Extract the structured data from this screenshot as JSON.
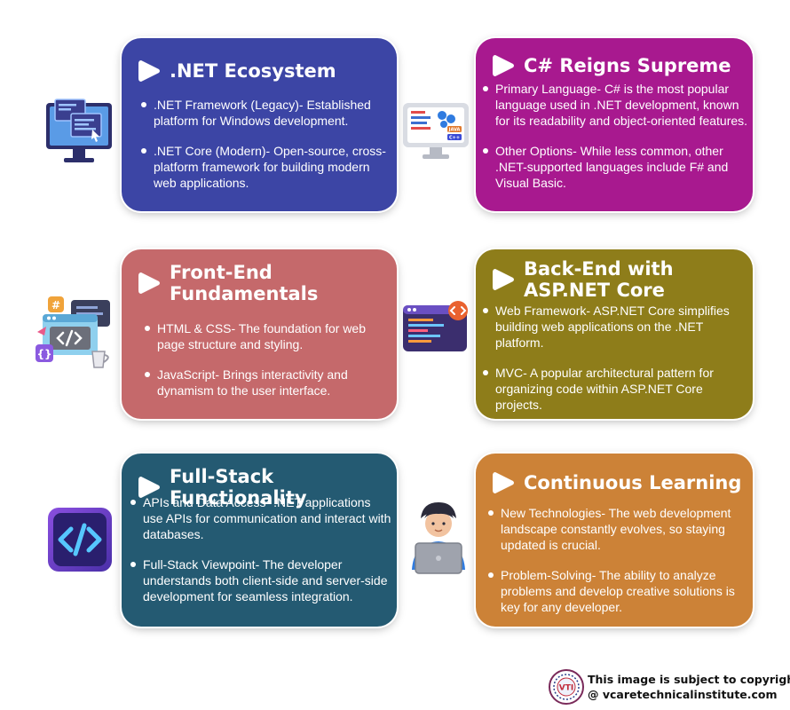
{
  "cards": [
    {
      "title": ".NET Ecosystem",
      "icon": "play-icon",
      "points": [
        ".NET Framework (Legacy)- Established platform for Windows development.",
        ".NET Core (Modern)- Open-source, cross-platform framework for building modern web applications."
      ]
    },
    {
      "title": "C# Reigns Supreme",
      "icon": "play-icon",
      "points": [
        "Primary Language- C# is the most popular language used in .NET development, known for its readability and object-oriented features.",
        "Other Options- While less common, other .NET-supported languages include F# and Visual Basic."
      ]
    },
    {
      "title": "Front-End\nFundamentals",
      "icon": "play-icon",
      "points": [
        "HTML & CSS- The foundation for web page structure and styling.",
        "JavaScript- Brings interactivity and dynamism to the user interface."
      ]
    },
    {
      "title": "Back-End with\nASP.NET Core",
      "icon": "play-icon",
      "points": [
        "Web Framework- ASP.NET Core simplifies building web applications on the .NET platform.",
        "MVC- A popular architectural pattern for organizing code within ASP.NET Core projects."
      ]
    },
    {
      "title": "Full-Stack Functionality",
      "icon": "play-icon",
      "points": [
        "APIs and Data Access- .NET applications use APIs for communication and interact with databases.",
        "Full-Stack Viewpoint- The developer understands both client-side and server-side development for seamless integration."
      ]
    },
    {
      "title": "Continuous Learning",
      "icon": "play-icon",
      "points": [
        "New Technologies- The web development landscape constantly evolves, so staying updated is crucial.",
        "Problem-Solving- The ability to analyze problems and develop creative solutions is key for any developer."
      ]
    }
  ],
  "illustrations": {
    "desktop": "desktop-monitor-icon",
    "languages": "programming-languages-monitor-icon",
    "frontend": "frontend-code-window-icon",
    "backend": "code-editor-window-icon",
    "fullstack": "code-brackets-app-icon",
    "learning": "developer-laptop-icon",
    "labels": {
      "java": "JAVA",
      "cpp": "C++",
      "hash": "#"
    }
  },
  "footer": {
    "line1": "This image is subject to copyright",
    "line2": "@ vcaretechnicalinstitute.com",
    "seal_text": "VTI",
    "seal_icon": "vti-seal-logo"
  },
  "colors": {
    "ecosystem": "#3c45a5",
    "csharp": "#a8198f",
    "frontend": "#c5696b",
    "backend": "#8e7d1a",
    "fullstack": "#245a72",
    "learning": "#cc8237"
  }
}
